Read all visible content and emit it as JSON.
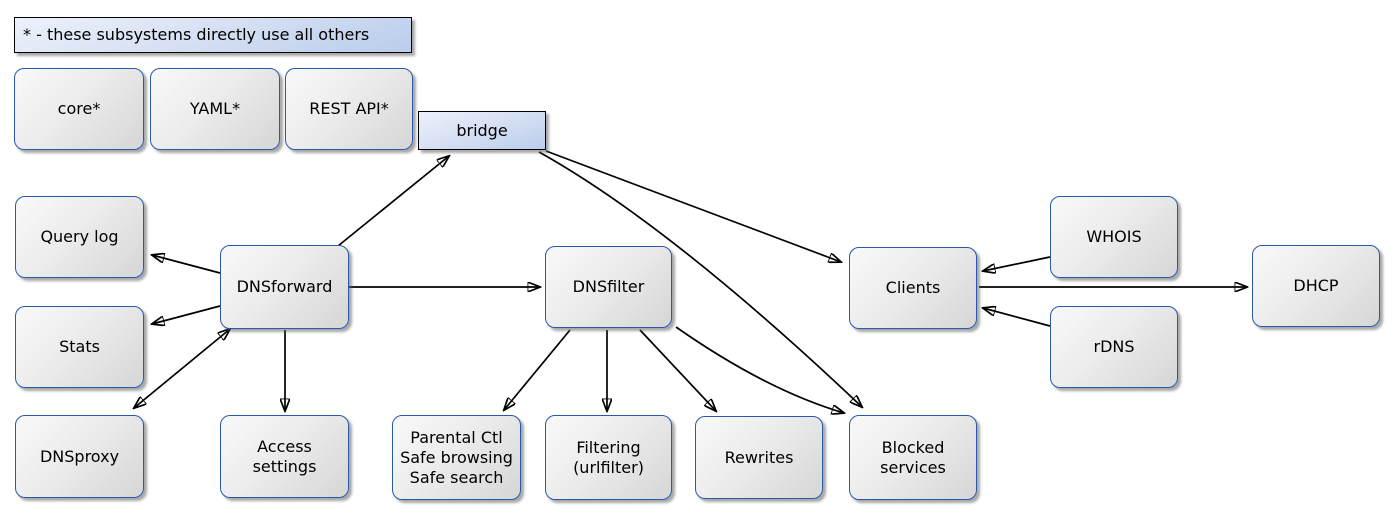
{
  "diagram": {
    "legend": {
      "label": "* - these subsystems directly use all others"
    },
    "nodes": {
      "core": {
        "label": "core*"
      },
      "yaml": {
        "label": "YAML*"
      },
      "rest_api": {
        "label": "REST API*"
      },
      "bridge": {
        "label": "bridge"
      },
      "query_log": {
        "label": "Query log"
      },
      "stats": {
        "label": "Stats"
      },
      "dnsproxy": {
        "label": "DNSproxy"
      },
      "dnsforward": {
        "label": "DNSforward"
      },
      "access_settings": {
        "label": "Access\nsettings"
      },
      "dnsfilter": {
        "label": "DNSfilter"
      },
      "parental": {
        "label": "Parental Ctl\nSafe browsing\nSafe search"
      },
      "filtering": {
        "label": "Filtering\n(urlfilter)"
      },
      "rewrites": {
        "label": "Rewrites"
      },
      "blocked_services": {
        "label": "Blocked\nservices"
      },
      "clients": {
        "label": "Clients"
      },
      "whois": {
        "label": "WHOIS"
      },
      "rdns": {
        "label": "rDNS"
      },
      "dhcp": {
        "label": "DHCP"
      }
    },
    "edges": [
      {
        "from": "DNSforward",
        "to": "bridge",
        "type": "directed"
      },
      {
        "from": "bridge",
        "to": "Clients",
        "type": "directed"
      },
      {
        "from": "bridge",
        "to": "Blocked services",
        "type": "directed"
      },
      {
        "from": "DNSforward",
        "to": "Query log",
        "type": "directed"
      },
      {
        "from": "DNSforward",
        "to": "Stats",
        "type": "directed"
      },
      {
        "from": "DNSforward",
        "to": "DNSproxy",
        "type": "bidirectional"
      },
      {
        "from": "DNSforward",
        "to": "Access settings",
        "type": "directed"
      },
      {
        "from": "DNSforward",
        "to": "DNSfilter",
        "type": "directed"
      },
      {
        "from": "DNSfilter",
        "to": "Parental Ctl / Safe browsing / Safe search",
        "type": "directed"
      },
      {
        "from": "DNSfilter",
        "to": "Filtering (urlfilter)",
        "type": "directed"
      },
      {
        "from": "DNSfilter",
        "to": "Rewrites",
        "type": "directed"
      },
      {
        "from": "DNSfilter",
        "to": "Blocked services",
        "type": "directed"
      },
      {
        "from": "WHOIS",
        "to": "Clients",
        "type": "directed"
      },
      {
        "from": "rDNS",
        "to": "Clients",
        "type": "directed"
      },
      {
        "from": "Clients",
        "to": "DHCP",
        "type": "directed"
      }
    ],
    "colors": {
      "node_border": "#2b58ab",
      "node_fill_light": "#f9f9f9",
      "node_fill_dark": "#d6d6d6",
      "plain_border": "#000000",
      "plain_fill_light": "#ecf1fb",
      "plain_fill_dark": "#b9cdeb",
      "edge": "#000000",
      "background": "#ffffff"
    }
  }
}
